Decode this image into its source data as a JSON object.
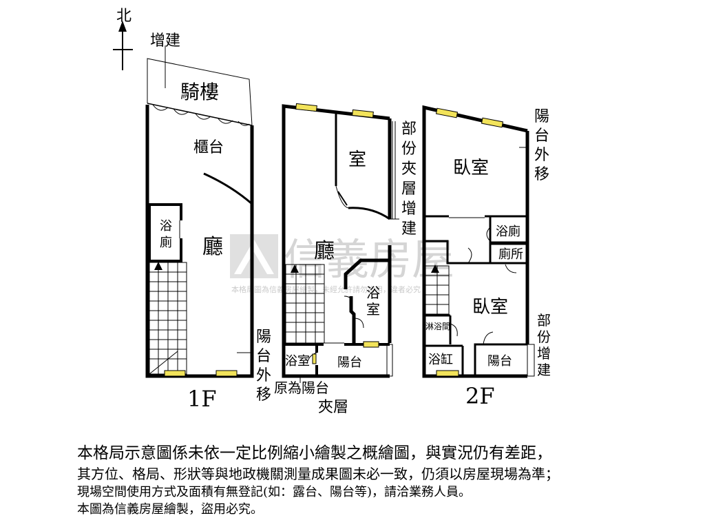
{
  "compass": {
    "label": "北"
  },
  "floors": {
    "f1": {
      "name": "1F",
      "rooms": {
        "addition": "增建",
        "arcade": "騎樓",
        "counter": "櫃台",
        "bath_toilet_v": "浴廁",
        "living": "廳",
        "balcony_moved_v": "陽台外移"
      }
    },
    "mezz": {
      "rooms": {
        "room": "室",
        "partial_mezz_addition_v": "部份夾層增建",
        "living": "廳",
        "bath_v": "浴室",
        "bath": "浴室",
        "balcony": "陽台",
        "orig_balcony": "原為陽台",
        "mezzanine": "夾層"
      }
    },
    "f2": {
      "name": "2F",
      "rooms": {
        "bedroom_n": "臥室",
        "balcony_moved_v": "陽台外移",
        "bath_toilet": "浴廁",
        "toilet": "廁所",
        "bedroom_s": "臥室",
        "shower": "淋浴間",
        "bathtub": "浴缸",
        "balcony": "陽台",
        "partial_addition_v": "部份增建"
      }
    }
  },
  "watermark": {
    "brand": "信義房屋",
    "notice": "本格局圖為信義房屋繪製，未經允許請勿盜用，違者必究"
  },
  "notes": [
    "本格局示意圖係未依一定比例縮小繪製之概繪圖，與實況仍有差距，",
    "其方位、格局、形狀等與地政機關測量成果圖未必一致，仍須以房屋現場為準；",
    "現場空間使用方式及面積有無登記(如：露台、陽台等)，請洽業務人員。",
    "本圖為信義房屋繪製，盜用必究。"
  ],
  "colors": {
    "wall": "#000000",
    "window_fill": "#f2e35a",
    "watermark": "#b4b4b4"
  }
}
